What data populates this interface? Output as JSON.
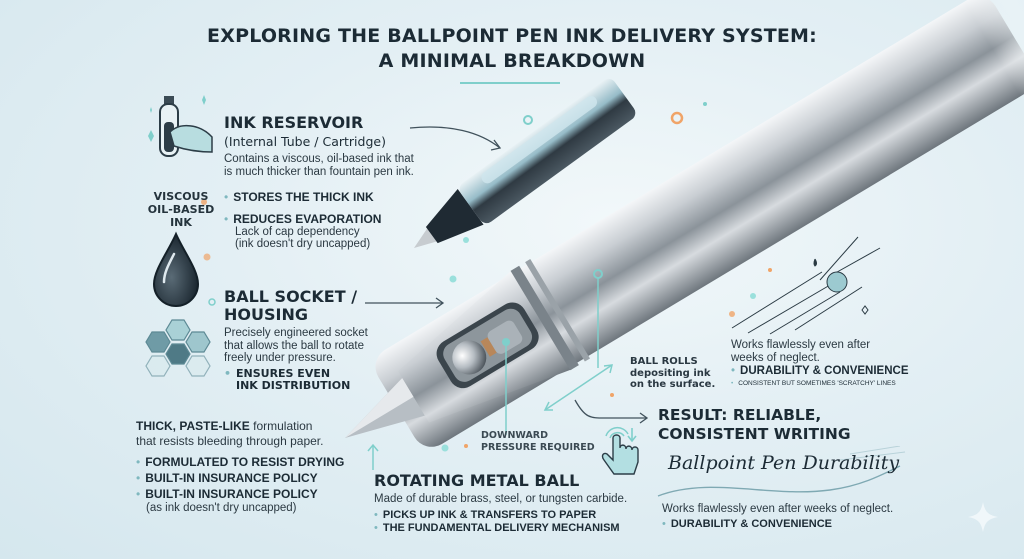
{
  "title": {
    "line1": "EXPLORING THE BALLPOINT PEN INK DELIVERY SYSTEM:",
    "line2": "A MINIMAL BREAKDOWN"
  },
  "side_labels": {
    "viscous_ink": [
      "VISCOUS",
      "OIL-BASED",
      "INK"
    ]
  },
  "ink_reservoir": {
    "heading": "INK RESERVOIR",
    "subheading": "(Internal Tube / Cartridge)",
    "description": [
      "Contains a viscous, oil-based ink that",
      "is much thicker than fountain pen ink."
    ],
    "bullets": [
      "STORES THE THICK INK",
      "REDUCES EVAPORATION"
    ],
    "note": [
      "Lack of cap dependency",
      "(ink doesn't dry uncapped)"
    ]
  },
  "ball_socket": {
    "heading": [
      "BALL SOCKET /",
      "HOUSING"
    ],
    "description": [
      "Precisely engineered socket",
      "that allows the ball to rotate",
      "freely under pressure."
    ],
    "bullets": [
      "ENSURES EVEN",
      "INK DISTRIBUTION"
    ]
  },
  "ink_formulation": {
    "emphasis": "THICK, PASTE-LIKE",
    "rest": " formulation",
    "line2": "that resists bleeding through paper.",
    "bullets": [
      "FORMULATED TO RESIST DRYING",
      "BUILT-IN INSURANCE POLICY",
      "BUILT-IN INSURANCE POLICY"
    ],
    "note": "(as ink doesn't dry uncapped)"
  },
  "metal_ball": {
    "heading": "ROTATING METAL BALL",
    "description": "Made of durable brass, steel, or tungsten carbide.",
    "bullets": [
      "PICKS UP INK & TRANSFERS TO PAPER",
      "THE FUNDAMENTAL DELIVERY MECHANISM"
    ]
  },
  "pressure": {
    "label": [
      "DOWNWARD",
      "PRESSURE REQUIRED"
    ]
  },
  "ball_rolls": {
    "label": [
      "BALL ROLLS",
      "depositing ink",
      "on the surface."
    ]
  },
  "neglect_block": {
    "description": [
      "Works flawlessly even after",
      "weeks of neglect."
    ],
    "heading": "DURABILITY & CONVENIENCE",
    "bullet": "CONSISTENT BUT SOMETIMES 'SCRATCHY' LINES"
  },
  "result": {
    "heading": [
      "RESULT: RELIABLE,",
      "CONSISTENT WRITING"
    ],
    "script": "Ballpoint Pen Durability",
    "description": "Works flawlessly even after weeks of neglect.",
    "bullet": "DURABILITY & CONVENIENCE"
  },
  "colors": {
    "background": "#e3eff4",
    "text_dark": "#1c2b35",
    "accent_teal": "#7fcfcb",
    "accent_orange": "#f0a468",
    "bullet_dot": "#7fb8bf"
  },
  "icons": [
    "ink-tube-in-hand-icon",
    "ink-drop-icon",
    "hexagon-cluster-icon",
    "pointing-hand-press-icon",
    "ball-on-paper-icon",
    "sparkle-icon"
  ]
}
